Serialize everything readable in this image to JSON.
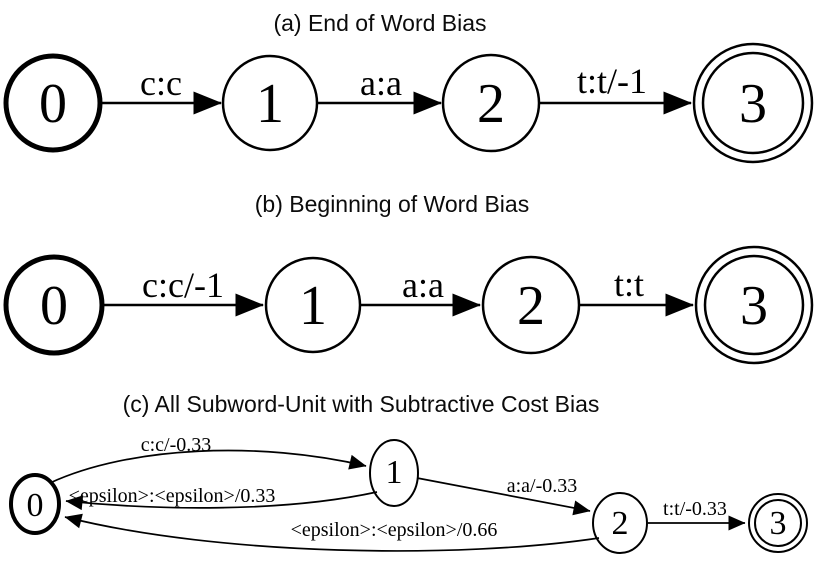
{
  "colors": {
    "ink": "#000000",
    "background": "#ffffff"
  },
  "figures": [
    {
      "label": "(a) End of Word Bias",
      "states": [
        {
          "name": "0",
          "kind": "start-bold-circle"
        },
        {
          "name": "1",
          "kind": "normal-circle"
        },
        {
          "name": "2",
          "kind": "normal-circle"
        },
        {
          "name": "3",
          "kind": "final-double-circle"
        }
      ],
      "transitions": [
        {
          "from": "0",
          "to": "1",
          "label": "c:c"
        },
        {
          "from": "1",
          "to": "2",
          "label": "a:a"
        },
        {
          "from": "2",
          "to": "3",
          "label": "t:t/-1"
        }
      ]
    },
    {
      "label": "(b) Beginning of Word Bias",
      "states": [
        {
          "name": "0",
          "kind": "start-bold-circle"
        },
        {
          "name": "1",
          "kind": "normal-circle"
        },
        {
          "name": "2",
          "kind": "normal-circle"
        },
        {
          "name": "3",
          "kind": "final-double-circle"
        }
      ],
      "transitions": [
        {
          "from": "0",
          "to": "1",
          "label": "c:c/-1"
        },
        {
          "from": "1",
          "to": "2",
          "label": "a:a"
        },
        {
          "from": "2",
          "to": "3",
          "label": "t:t"
        }
      ]
    },
    {
      "label": "(c) All Subword-Unit with Subtractive Cost Bias",
      "states": [
        {
          "name": "0",
          "kind": "start-bold-circle"
        },
        {
          "name": "1",
          "kind": "normal-circle"
        },
        {
          "name": "2",
          "kind": "normal-circle"
        },
        {
          "name": "3",
          "kind": "final-double-circle"
        }
      ],
      "transitions": [
        {
          "from": "0",
          "to": "1",
          "label": "c:c/-0.33"
        },
        {
          "from": "1",
          "to": "0",
          "label": "<epsilon>:<epsilon>/0.33"
        },
        {
          "from": "1",
          "to": "2",
          "label": "a:a/-0.33"
        },
        {
          "from": "2",
          "to": "0",
          "label": "<epsilon>:<epsilon>/0.66"
        },
        {
          "from": "2",
          "to": "3",
          "label": "t:t/-0.33"
        }
      ]
    }
  ]
}
